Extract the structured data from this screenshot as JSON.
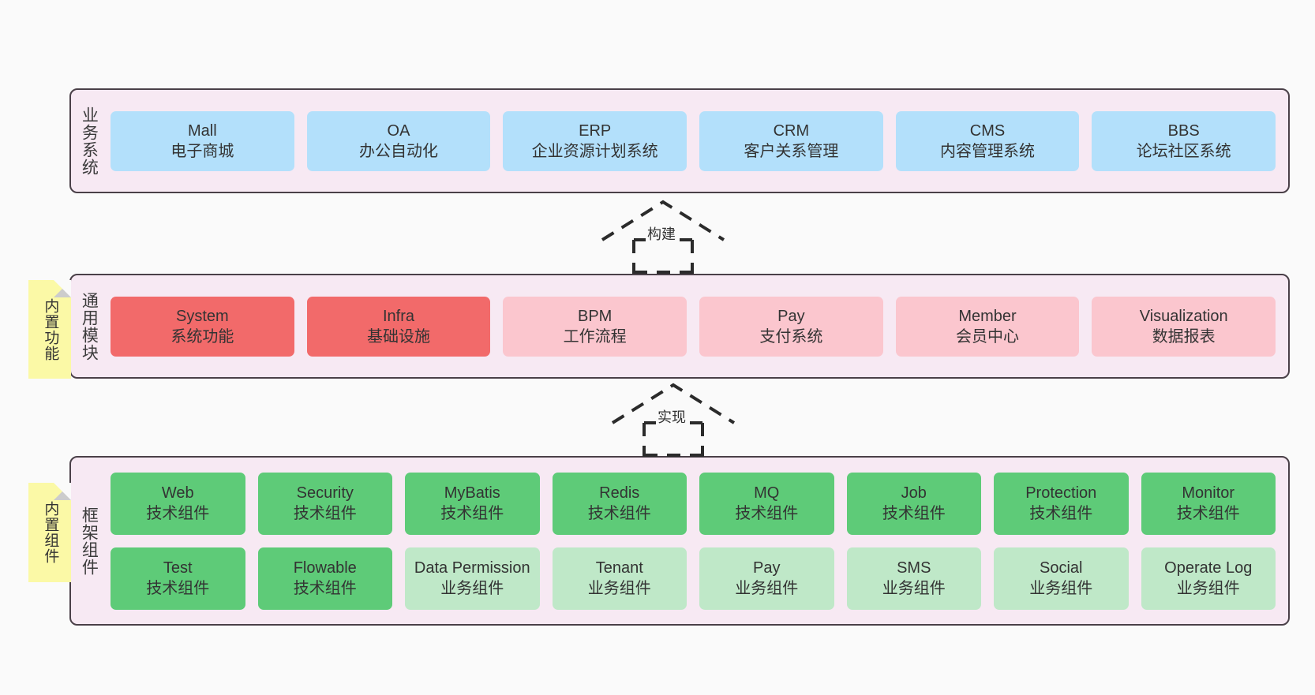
{
  "diagram": {
    "background_color": "#fafafa",
    "layer_fill": "#f7e9f3",
    "layer_border": "#4a4048",
    "note_fill": "#fbf9a6"
  },
  "layers": [
    {
      "id": "business",
      "title": "业务系统",
      "nodes": [
        {
          "en": "Mall",
          "cn": "电子商城",
          "color": "#b3e0fb",
          "style": "c-blue"
        },
        {
          "en": "OA",
          "cn": "办公自动化",
          "color": "#b3e0fb",
          "style": "c-blue"
        },
        {
          "en": "ERP",
          "cn": "企业资源计划系统",
          "color": "#b3e0fb",
          "style": "c-blue"
        },
        {
          "en": "CRM",
          "cn": "客户关系管理",
          "color": "#b3e0fb",
          "style": "c-blue"
        },
        {
          "en": "CMS",
          "cn": "内容管理系统",
          "color": "#b3e0fb",
          "style": "c-blue"
        },
        {
          "en": "BBS",
          "cn": "论坛社区系统",
          "color": "#b3e0fb",
          "style": "c-blue"
        }
      ]
    },
    {
      "id": "common",
      "title": "通用模块",
      "note": "内置功能",
      "nodes": [
        {
          "en": "System",
          "cn": "系统功能",
          "color": "#f26a6a",
          "style": "c-red"
        },
        {
          "en": "Infra",
          "cn": "基础设施",
          "color": "#f26a6a",
          "style": "c-red"
        },
        {
          "en": "BPM",
          "cn": "工作流程",
          "color": "#fbc6ce",
          "style": "c-pink"
        },
        {
          "en": "Pay",
          "cn": "支付系统",
          "color": "#fbc6ce",
          "style": "c-pink"
        },
        {
          "en": "Member",
          "cn": "会员中心",
          "color": "#fbc6ce",
          "style": "c-pink"
        },
        {
          "en": "Visualization",
          "cn": "数据报表",
          "color": "#fbc6ce",
          "style": "c-pink"
        }
      ]
    },
    {
      "id": "framework",
      "title": "框架组件",
      "note": "内置组件",
      "rows": [
        [
          {
            "en": "Web",
            "cn": "技术组件",
            "color": "#5ecb78",
            "style": "c-green"
          },
          {
            "en": "Security",
            "cn": "技术组件",
            "color": "#5ecb78",
            "style": "c-green"
          },
          {
            "en": "MyBatis",
            "cn": "技术组件",
            "color": "#5ecb78",
            "style": "c-green"
          },
          {
            "en": "Redis",
            "cn": "技术组件",
            "color": "#5ecb78",
            "style": "c-green"
          },
          {
            "en": "MQ",
            "cn": "技术组件",
            "color": "#5ecb78",
            "style": "c-green"
          },
          {
            "en": "Job",
            "cn": "技术组件",
            "color": "#5ecb78",
            "style": "c-green"
          },
          {
            "en": "Protection",
            "cn": "技术组件",
            "color": "#5ecb78",
            "style": "c-green"
          },
          {
            "en": "Monitor",
            "cn": "技术组件",
            "color": "#5ecb78",
            "style": "c-green"
          }
        ],
        [
          {
            "en": "Test",
            "cn": "技术组件",
            "color": "#5ecb78",
            "style": "c-green"
          },
          {
            "en": "Flowable",
            "cn": "技术组件",
            "color": "#5ecb78",
            "style": "c-green"
          },
          {
            "en": "Data Permission",
            "cn": "业务组件",
            "color": "#bfe8c8",
            "style": "c-greenlight",
            "wrap": true
          },
          {
            "en": "Tenant",
            "cn": "业务组件",
            "color": "#bfe8c8",
            "style": "c-greenlight"
          },
          {
            "en": "Pay",
            "cn": "业务组件",
            "color": "#bfe8c8",
            "style": "c-greenlight"
          },
          {
            "en": "SMS",
            "cn": "业务组件",
            "color": "#bfe8c8",
            "style": "c-greenlight"
          },
          {
            "en": "Social",
            "cn": "业务组件",
            "color": "#bfe8c8",
            "style": "c-greenlight"
          },
          {
            "en": "Operate Log",
            "cn": "业务组件",
            "color": "#bfe8c8",
            "style": "c-greenlight"
          }
        ]
      ]
    }
  ],
  "connectors": [
    {
      "id": "build",
      "label": "构建",
      "style": "dashed-generalization",
      "from": "common",
      "to": "business"
    },
    {
      "id": "impl",
      "label": "实现",
      "style": "dashed-generalization",
      "from": "framework",
      "to": "common"
    }
  ]
}
